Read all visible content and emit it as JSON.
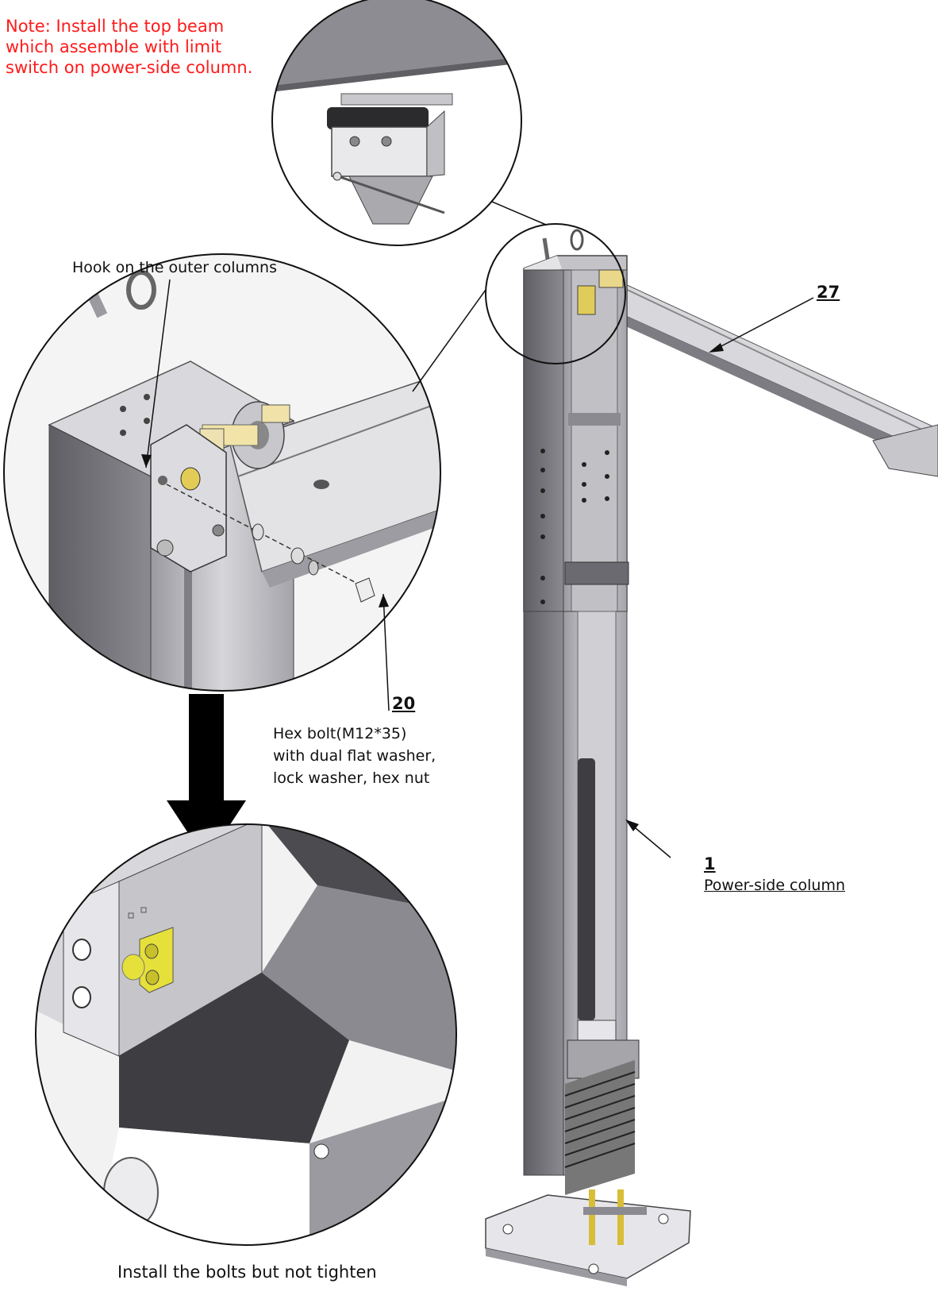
{
  "note": "Note: Install the top beam which assemble with limit switch on power-side column.",
  "hook_label": "Hook on the outer columns",
  "hex_bolt_label": {
    "line1": "Hex bolt(M12*35)",
    "line2": "with dual flat washer,",
    "line3": "lock washer, hex nut"
  },
  "bottom_caption": "Install the bolts but not tighten",
  "callouts": {
    "item27": "27",
    "item20": "20",
    "item1": "1",
    "power_side_column": "Power-side column"
  },
  "colors": {
    "note_text": "#ff1a1a",
    "metal": "#b8b8bc",
    "metal_dark": "#6f6f74",
    "highlight_yellow": "#e6e03a"
  }
}
